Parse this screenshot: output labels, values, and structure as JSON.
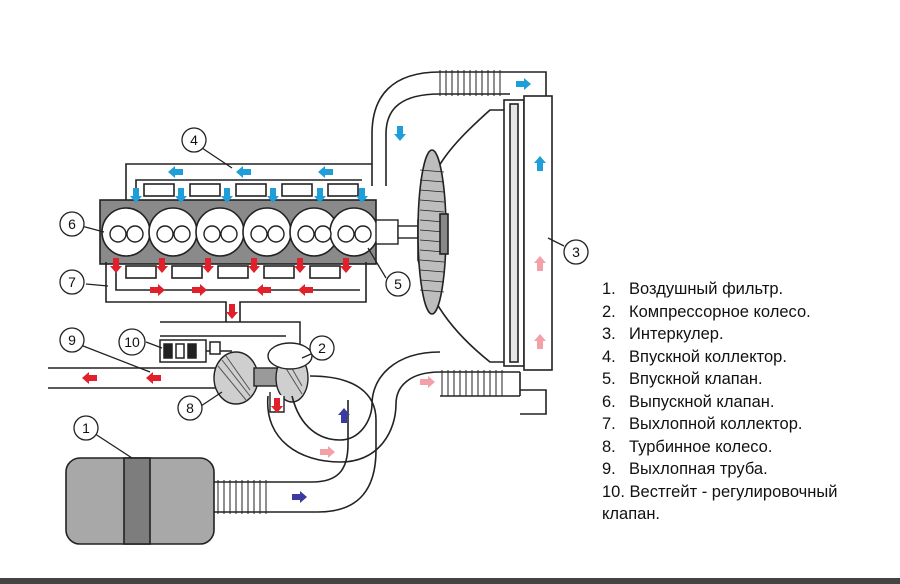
{
  "callouts": [
    "1",
    "2",
    "3",
    "4",
    "5",
    "6",
    "7",
    "8",
    "9",
    "10"
  ],
  "legend": [
    {
      "num": "1.",
      "text": "Воздушный фильтр."
    },
    {
      "num": "2.",
      "text": "Компрессорное колесо."
    },
    {
      "num": "3.",
      "text": "Интеркулер."
    },
    {
      "num": "4.",
      "text": "Впускной коллектор."
    },
    {
      "num": "5.",
      "text": "Впускной клапан."
    },
    {
      "num": "6.",
      "text": "Выпускной клапан."
    },
    {
      "num": "7.",
      "text": "Выхлопной коллектор."
    },
    {
      "num": "8.",
      "text": "Турбинное колесо."
    },
    {
      "num": "9.",
      "text": "Выхлопная труба."
    },
    {
      "num": "10.",
      "text": "Вестгейт - регулировочный клапан."
    }
  ],
  "colors": {
    "intake_arrow": "#1e9fd8",
    "exhaust_arrow": "#e0202a",
    "hot_air_arrow": "#f4a0a8",
    "fresh_air_arrow": "#3a3aa0",
    "line": "#222222"
  }
}
